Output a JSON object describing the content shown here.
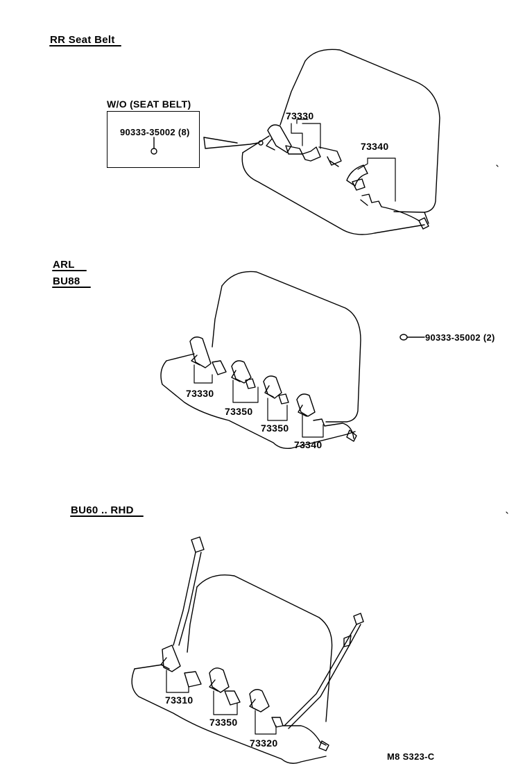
{
  "section1": {
    "heading": "RR Seat Belt",
    "inset_title": "W/O (SEAT BELT)",
    "inset_part": "90333-35002 (8)",
    "parts": [
      "73330",
      "73340"
    ]
  },
  "section2": {
    "heading_line1": "ARL",
    "heading_line2": "BU88",
    "side_part": "90333-35002 (2)",
    "parts": [
      "73330",
      "73350",
      "73350",
      "73340"
    ]
  },
  "section3": {
    "heading": "BU60 .. RHD",
    "parts": [
      "73310",
      "73350",
      "73320"
    ]
  },
  "footer": {
    "code": "M8 S323-C"
  }
}
